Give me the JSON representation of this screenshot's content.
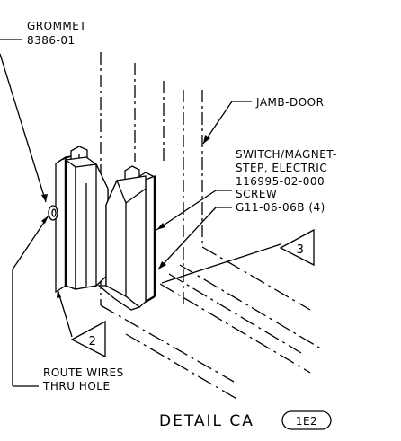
{
  "labels": {
    "grommet_title": "GROMMET",
    "grommet_part": "8386-01",
    "jamb_door": "JAMB-DOOR",
    "switch_line1": "SWITCH/MAGNET-",
    "switch_line2": "STEP, ELECTRIC",
    "switch_part": "116995-02-000",
    "screw_title": "SCREW",
    "screw_part": "G11-06-06B (4)",
    "route_line1": "ROUTE WIRES",
    "route_line2": "THRU HOLE",
    "detail_title": "DETAIL CA",
    "detail_ref": "1E2"
  },
  "callouts": {
    "flag_2": "2",
    "flag_3": "3"
  }
}
